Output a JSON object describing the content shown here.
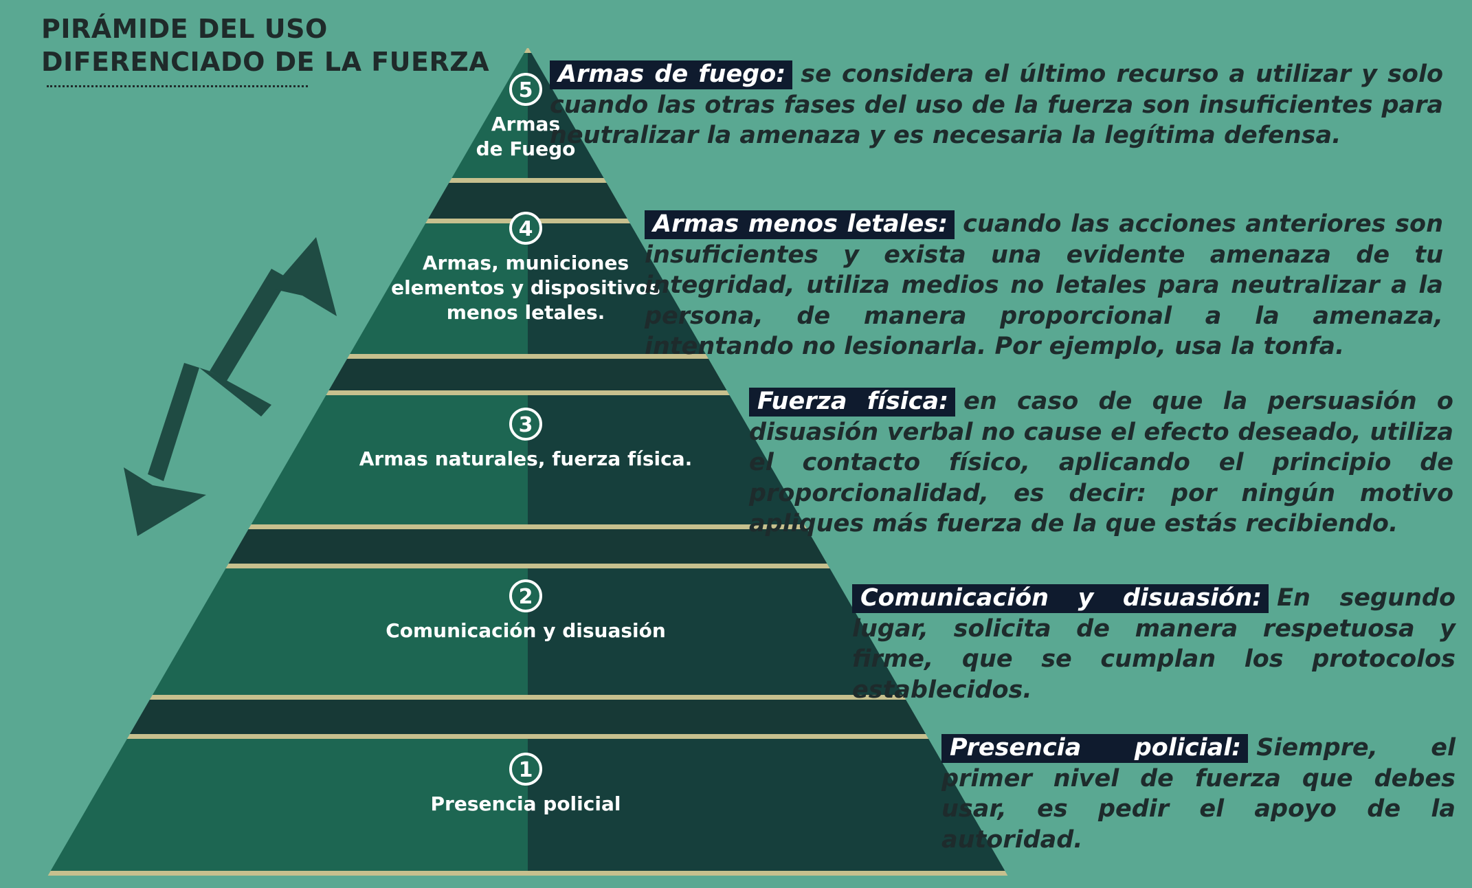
{
  "title": {
    "line1": "PIRÁMIDE DEL USO",
    "line2": "DIFERENCIADO DE LA FUERZA"
  },
  "colors": {
    "background": "#5aa892",
    "level_light": "#1d6652",
    "level_dark": "#163f3c",
    "ledge": "#c7c08e",
    "arrow": "#1f4b43",
    "label_bg": "#0f1b2e",
    "text_dark": "#1e2b2c"
  },
  "levels": [
    {
      "number": "1",
      "pyramid_lines": [
        "Presencia policial"
      ],
      "label": "Presencia policial:",
      "description": "Siempre, el primer nivel de fuerza que debes usar, es pedir el apoyo de la autoridad."
    },
    {
      "number": "2",
      "pyramid_lines": [
        "Comunicación y disuasión"
      ],
      "label": "Comunicación y disuasión:",
      "description": "En segundo lugar, solicita de manera respetuosa y firme, que se cumplan los protocolos establecidos."
    },
    {
      "number": "3",
      "pyramid_lines": [
        "Armas naturales, fuerza física."
      ],
      "label": "Fuerza física:",
      "description": "en caso de que la persuasión o disuasión verbal no cause el efecto deseado, utiliza el contacto físico, aplicando el principio de proporcionalidad, es decir: por ningún motivo apliques más fuerza de la que estás recibiendo."
    },
    {
      "number": "4",
      "pyramid_lines": [
        "Armas, municiones",
        "elementos y dispositivos",
        "menos letales."
      ],
      "label": "Armas menos letales:",
      "description": "cuando las acciones anteriores son insuficientes y exista una evidente amenaza de tu integridad, utiliza medios no letales para neutralizar a la persona, de manera proporcional a la amenaza, intentando no lesionarla. Por ejemplo, usa la tonfa."
    },
    {
      "number": "5",
      "pyramid_lines": [
        "Armas",
        "de Fuego"
      ],
      "label": "Armas de fuego:",
      "description": "se considera el último recurso a utilizar y solo cuando las otras fases del uso de la fuerza son insuficientes para neutralizar la amenaza y es necesaria la legítima defensa."
    }
  ]
}
